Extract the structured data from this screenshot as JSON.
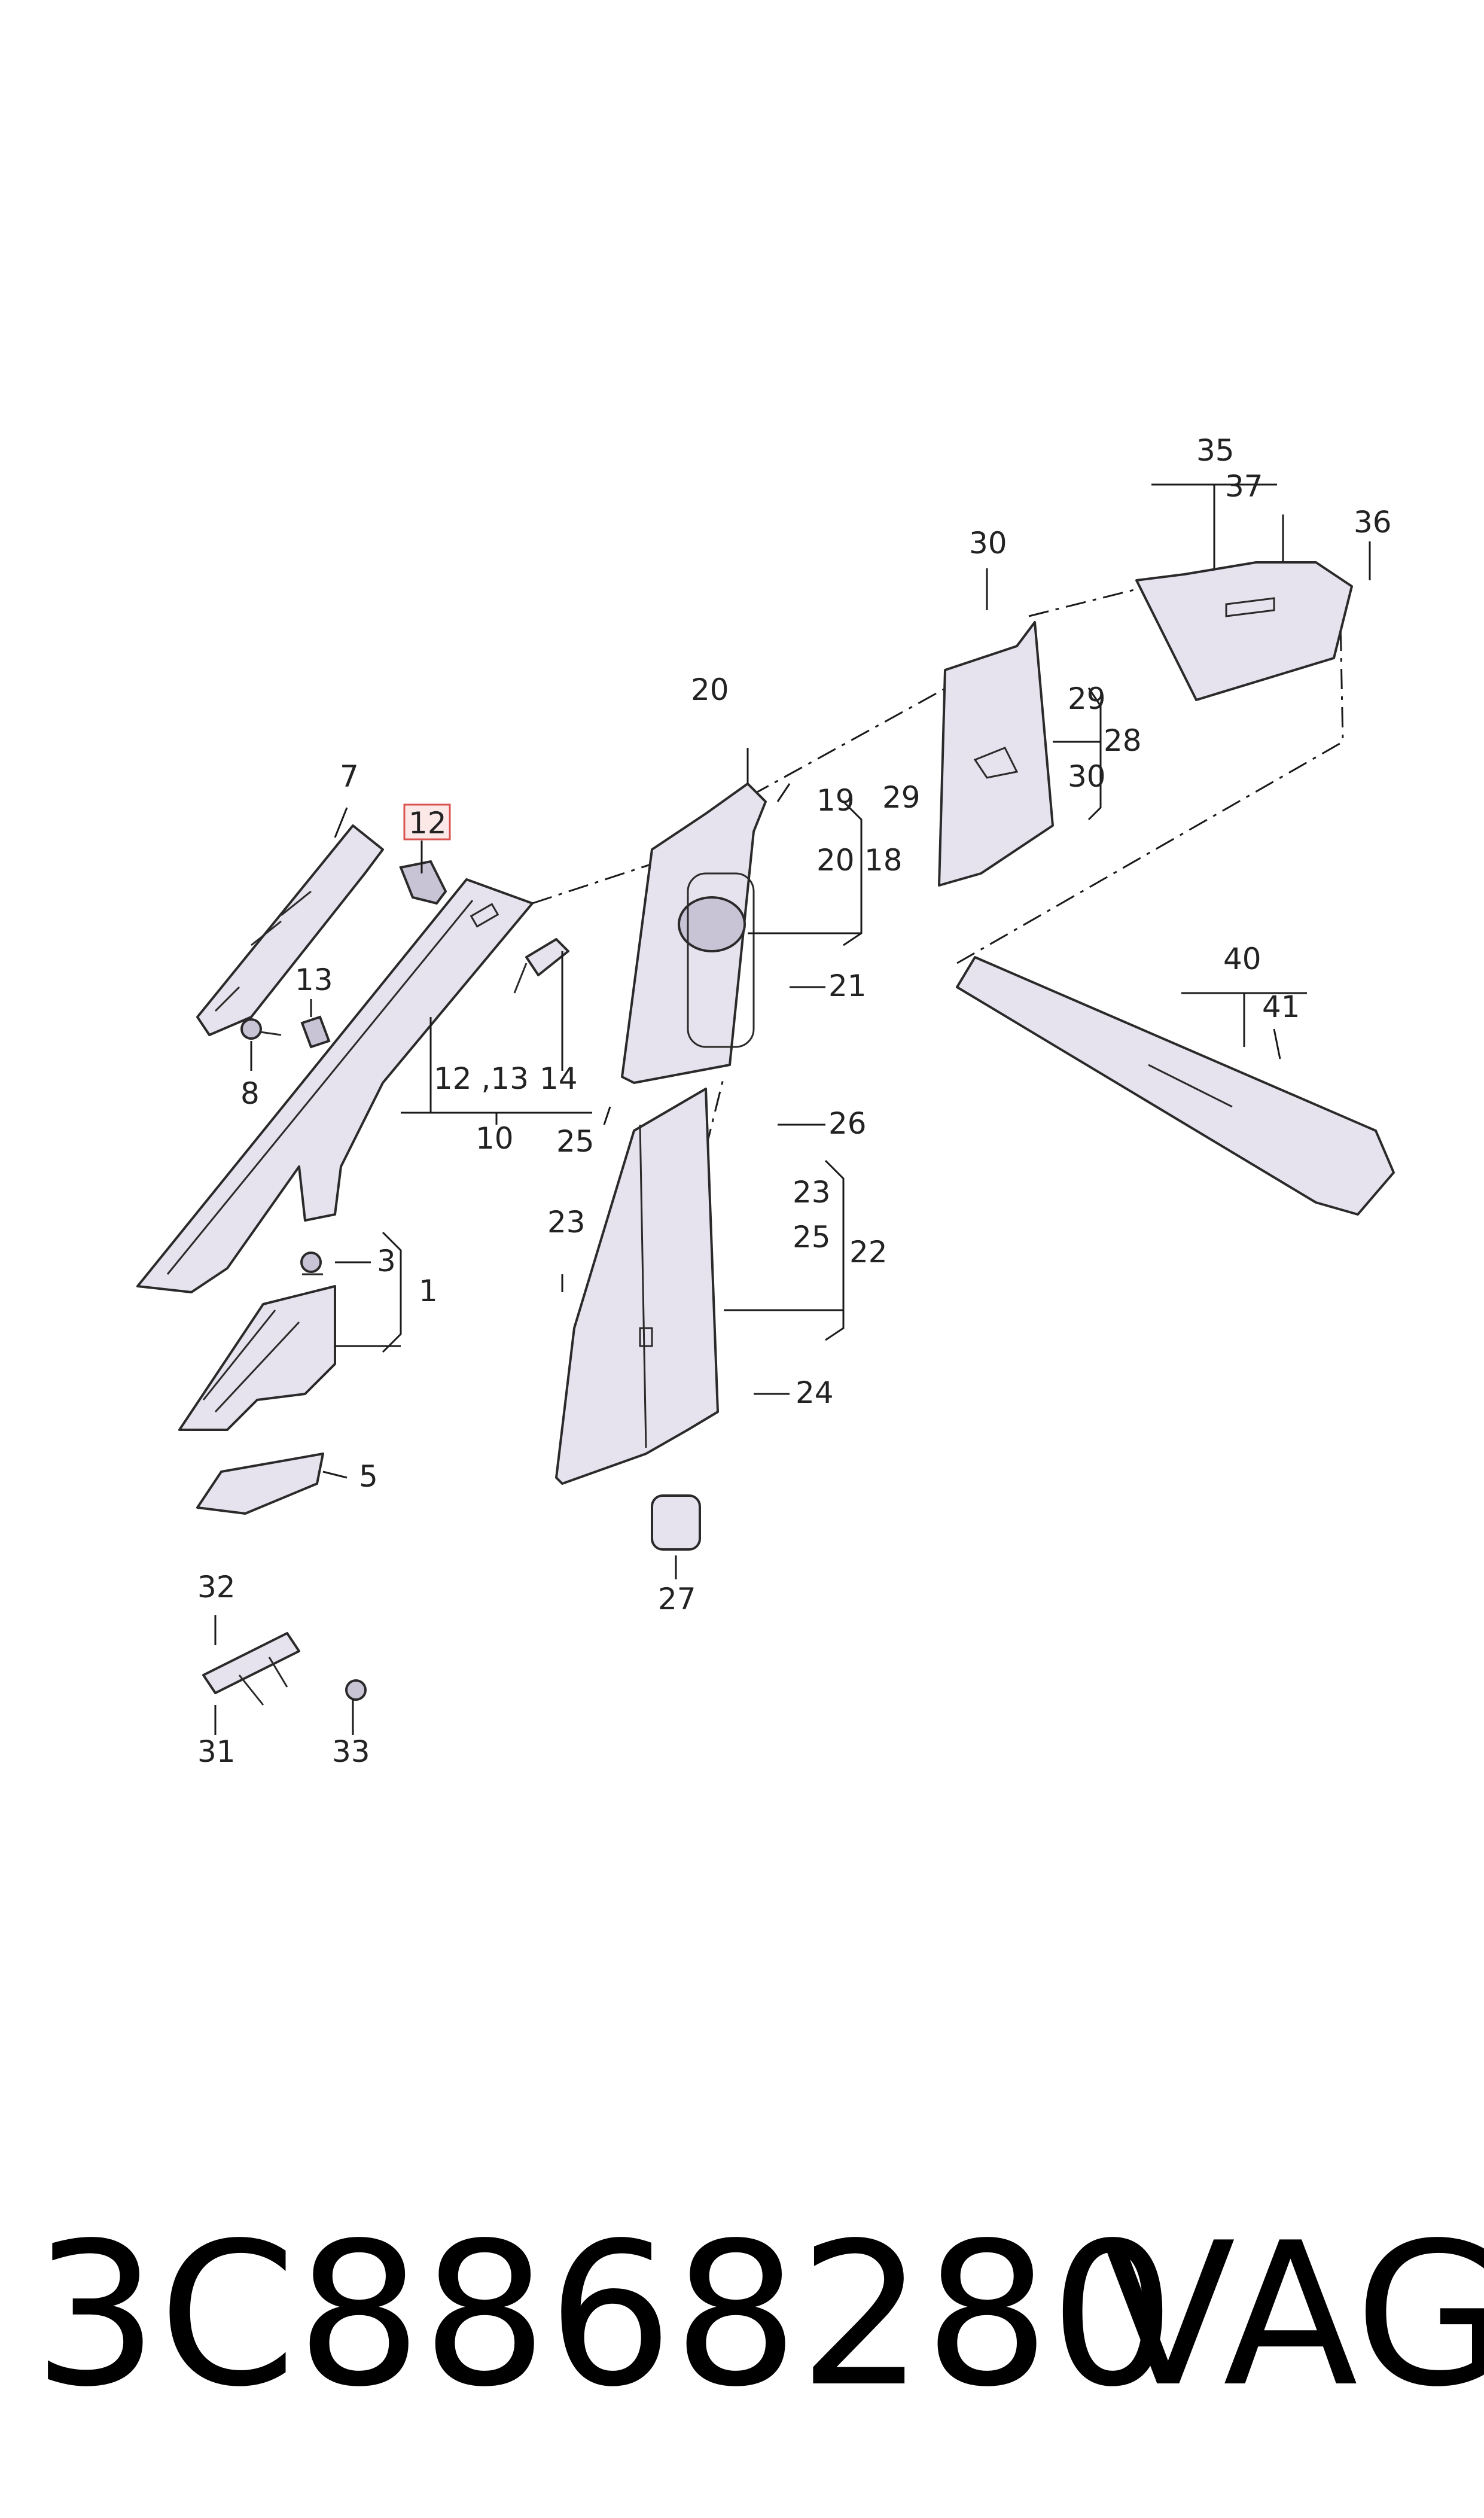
{
  "diagram": {
    "callouts": [
      {
        "id": "c35",
        "text": "35",
        "highlighted": false
      },
      {
        "id": "c37",
        "text": "37",
        "highlighted": false
      },
      {
        "id": "c36",
        "text": "36",
        "highlighted": false
      },
      {
        "id": "c30a",
        "text": "30",
        "highlighted": false
      },
      {
        "id": "c29a",
        "text": "29",
        "highlighted": false
      },
      {
        "id": "c30b",
        "text": "30",
        "highlighted": false
      },
      {
        "id": "c28",
        "text": "28",
        "highlighted": false
      },
      {
        "id": "c29b",
        "text": "29",
        "highlighted": false
      },
      {
        "id": "c20a",
        "text": "20",
        "highlighted": false
      },
      {
        "id": "c19",
        "text": "19",
        "highlighted": false
      },
      {
        "id": "c20b",
        "text": "20",
        "highlighted": false
      },
      {
        "id": "c18",
        "text": "18",
        "highlighted": false
      },
      {
        "id": "c21",
        "text": "21",
        "highlighted": false
      },
      {
        "id": "c7",
        "text": "7",
        "highlighted": false
      },
      {
        "id": "c12a",
        "text": "12",
        "highlighted": true
      },
      {
        "id": "c13a",
        "text": "13",
        "highlighted": false
      },
      {
        "id": "c8",
        "text": "8",
        "highlighted": false
      },
      {
        "id": "c12b",
        "text": "12 ,13",
        "highlighted": false
      },
      {
        "id": "c14",
        "text": "14",
        "highlighted": false
      },
      {
        "id": "c10",
        "text": "10",
        "highlighted": false
      },
      {
        "id": "c3",
        "text": "3",
        "highlighted": false
      },
      {
        "id": "c1",
        "text": "1",
        "highlighted": false
      },
      {
        "id": "c5",
        "text": "5",
        "highlighted": false
      },
      {
        "id": "c25a",
        "text": "25",
        "highlighted": false
      },
      {
        "id": "c26",
        "text": "26",
        "highlighted": false
      },
      {
        "id": "c23a",
        "text": "23",
        "highlighted": false
      },
      {
        "id": "c23b",
        "text": "23",
        "highlighted": false
      },
      {
        "id": "c25b",
        "text": "25",
        "highlighted": false
      },
      {
        "id": "c22",
        "text": "22",
        "highlighted": false
      },
      {
        "id": "c24",
        "text": "24",
        "highlighted": false
      },
      {
        "id": "c27",
        "text": "27",
        "highlighted": false
      },
      {
        "id": "c40",
        "text": "40",
        "highlighted": false
      },
      {
        "id": "c41",
        "text": "41",
        "highlighted": false
      },
      {
        "id": "c32",
        "text": "32",
        "highlighted": false
      },
      {
        "id": "c31",
        "text": "31",
        "highlighted": false
      },
      {
        "id": "c33",
        "text": "33",
        "highlighted": false
      }
    ]
  },
  "footer": {
    "part_number": "3C8868280",
    "brand": "VAG"
  },
  "colors": {
    "part_fill": "#e7e3ee",
    "line": "#2a2a2a",
    "highlight_border": "#d9534f",
    "highlight_fill": "#fde8e8"
  }
}
